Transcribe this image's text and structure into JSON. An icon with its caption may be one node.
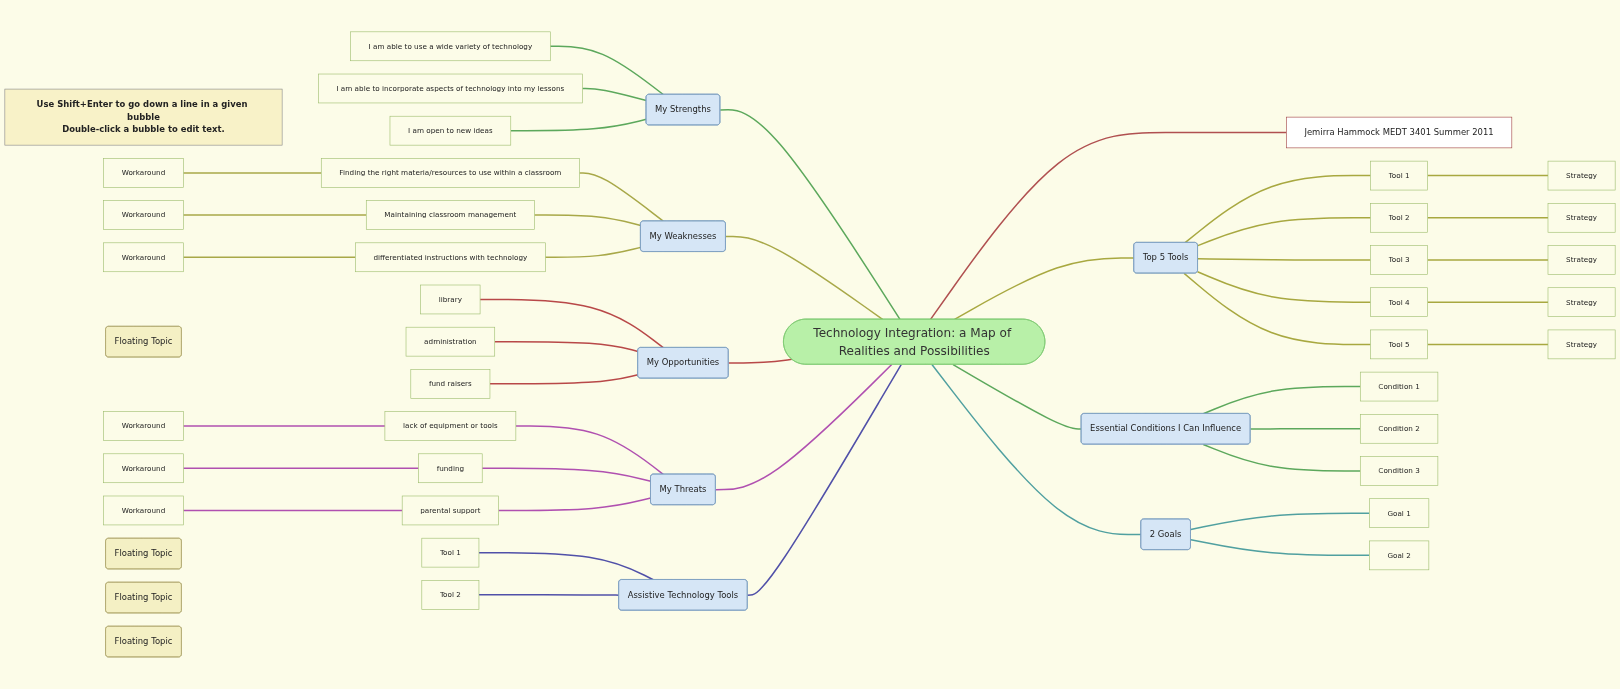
{
  "diagram": {
    "nodes": [
      {
        "text": [
          "Technology Integration: a Map of Realities and Possibilities"
        ]
      },
      {
        "text": [
          "Use Shift+Enter to go down a line in a given bubble",
          "Double-click a bubble to edit text."
        ]
      },
      {
        "text": [
          "My Strengths"
        ]
      },
      {
        "text": [
          "I am able to use a wide variety of technology"
        ]
      },
      {
        "text": [
          "I am able to incorporate aspects of technology into my lessons"
        ]
      },
      {
        "text": [
          "I am open to new ideas"
        ]
      },
      {
        "text": [
          "My Weaknesses"
        ]
      },
      {
        "text": [
          "Finding the right materia/resources to use within a classroom"
        ]
      },
      {
        "text": [
          "Workaround"
        ]
      },
      {
        "text": [
          "Maintaining classroom management"
        ]
      },
      {
        "text": [
          "Workaround"
        ]
      },
      {
        "text": [
          "differentiated instructions with technology"
        ]
      },
      {
        "text": [
          "Workaround"
        ]
      },
      {
        "text": [
          "Floating Topic"
        ]
      },
      {
        "text": [
          "My Opportunities"
        ]
      },
      {
        "text": [
          "library"
        ]
      },
      {
        "text": [
          "administration"
        ]
      },
      {
        "text": [
          "fund raisers"
        ]
      },
      {
        "text": [
          "My Threats"
        ]
      },
      {
        "text": [
          "lack of equipment or tools"
        ]
      },
      {
        "text": [
          "Workaround"
        ]
      },
      {
        "text": [
          "funding"
        ]
      },
      {
        "text": [
          "Workaround"
        ]
      },
      {
        "text": [
          "parental support"
        ]
      },
      {
        "text": [
          "Workaround"
        ]
      },
      {
        "text": [
          "Assistive Technology Tools"
        ]
      },
      {
        "text": [
          "Tool 1"
        ]
      },
      {
        "text": [
          "Tool 2"
        ]
      },
      {
        "text": [
          "Floating Topic"
        ]
      },
      {
        "text": [
          "Floating Topic"
        ]
      },
      {
        "text": [
          "Floating Topic"
        ]
      },
      {
        "text": [
          "Jemirra Hammock MEDT 3401 Summer 2011"
        ]
      },
      {
        "text": [
          "Top 5 Tools"
        ]
      },
      {
        "text": [
          "Tool 1"
        ]
      },
      {
        "text": [
          "Strategy"
        ]
      },
      {
        "text": [
          "Tool 2"
        ]
      },
      {
        "text": [
          "Strategy"
        ]
      },
      {
        "text": [
          "Tool 3"
        ]
      },
      {
        "text": [
          "Strategy"
        ]
      },
      {
        "text": [
          "Tool 4"
        ]
      },
      {
        "text": [
          "Strategy"
        ]
      },
      {
        "text": [
          "Tool 5"
        ]
      },
      {
        "text": [
          "Strategy"
        ]
      },
      {
        "text": [
          "Essential Conditions I Can Influence"
        ]
      },
      {
        "text": [
          "Condition 1"
        ]
      },
      {
        "text": [
          "Condition 2"
        ]
      },
      {
        "text": [
          "Condition 3"
        ]
      },
      {
        "text": [
          "2 Goals"
        ]
      },
      {
        "text": [
          "Goal 1"
        ]
      },
      {
        "text": [
          "Goal 2"
        ]
      }
    ],
    "edges": [
      {
        "from": 2,
        "to": 0,
        "arrow": "none",
        "color": "#5ca85c"
      },
      {
        "from": 3,
        "to": 2,
        "arrow": "none",
        "color": "#5ca85c"
      },
      {
        "from": 4,
        "to": 2,
        "arrow": "none",
        "color": "#5ca85c"
      },
      {
        "from": 5,
        "to": 2,
        "arrow": "none",
        "color": "#5ca85c"
      },
      {
        "from": 6,
        "to": 0,
        "arrow": "none",
        "color": "#a8a848"
      },
      {
        "from": 7,
        "to": 6,
        "arrow": "none",
        "color": "#a8a848"
      },
      {
        "from": 8,
        "to": 7,
        "arrow": "none",
        "color": "#a8a848"
      },
      {
        "from": 9,
        "to": 6,
        "arrow": "none",
        "color": "#a8a848"
      },
      {
        "from": 10,
        "to": 9,
        "arrow": "none",
        "color": "#a8a848"
      },
      {
        "from": 11,
        "to": 6,
        "arrow": "none",
        "color": "#a8a848"
      },
      {
        "from": 12,
        "to": 11,
        "arrow": "none",
        "color": "#a8a848"
      },
      {
        "from": 14,
        "to": 0,
        "arrow": "none",
        "color": "#b84848"
      },
      {
        "from": 15,
        "to": 14,
        "arrow": "none",
        "color": "#b84848"
      },
      {
        "from": 16,
        "to": 14,
        "arrow": "none",
        "color": "#b84848"
      },
      {
        "from": 17,
        "to": 14,
        "arrow": "none",
        "color": "#b84848"
      },
      {
        "from": 18,
        "to": 0,
        "arrow": "none",
        "color": "#b050b0"
      },
      {
        "from": 19,
        "to": 18,
        "arrow": "none",
        "color": "#b050b0"
      },
      {
        "from": 20,
        "to": 19,
        "arrow": "none",
        "color": "#b050b0"
      },
      {
        "from": 21,
        "to": 18,
        "arrow": "none",
        "color": "#b050b0"
      },
      {
        "from": 22,
        "to": 21,
        "arrow": "none",
        "color": "#b050b0"
      },
      {
        "from": 23,
        "to": 18,
        "arrow": "none",
        "color": "#b050b0"
      },
      {
        "from": 24,
        "to": 23,
        "arrow": "none",
        "color": "#b050b0"
      },
      {
        "from": 25,
        "to": 0,
        "arrow": "none",
        "color": "#5050a8"
      },
      {
        "from": 26,
        "to": 25,
        "arrow": "none",
        "color": "#5050a8"
      },
      {
        "from": 27,
        "to": 25,
        "arrow": "none",
        "color": "#5050a8"
      },
      {
        "from": 0,
        "to": 31,
        "arrow": "none",
        "color": "#b05050"
      },
      {
        "from": 0,
        "to": 32,
        "arrow": "none",
        "color": "#a8a840"
      },
      {
        "from": 32,
        "to": 33,
        "arrow": "none",
        "color": "#a8a840"
      },
      {
        "from": 33,
        "to": 34,
        "arrow": "none",
        "color": "#a8a840"
      },
      {
        "from": 32,
        "to": 35,
        "arrow": "none",
        "color": "#a8a840"
      },
      {
        "from": 35,
        "to": 36,
        "arrow": "none",
        "color": "#a8a840"
      },
      {
        "from": 32,
        "to": 37,
        "arrow": "none",
        "color": "#a8a840"
      },
      {
        "from": 37,
        "to": 38,
        "arrow": "none",
        "color": "#a8a840"
      },
      {
        "from": 32,
        "to": 39,
        "arrow": "none",
        "color": "#a8a840"
      },
      {
        "from": 39,
        "to": 40,
        "arrow": "none",
        "color": "#a8a840"
      },
      {
        "from": 32,
        "to": 41,
        "arrow": "none",
        "color": "#a8a840"
      },
      {
        "from": 41,
        "to": 42,
        "arrow": "none",
        "color": "#a8a840"
      },
      {
        "from": 0,
        "to": 43,
        "arrow": "none",
        "color": "#5ca85c"
      },
      {
        "from": 43,
        "to": 44,
        "arrow": "none",
        "color": "#5ca85c"
      },
      {
        "from": 43,
        "to": 45,
        "arrow": "none",
        "color": "#5ca85c"
      },
      {
        "from": 43,
        "to": 46,
        "arrow": "none",
        "color": "#5ca85c"
      },
      {
        "from": 0,
        "to": 47,
        "arrow": "none",
        "color": "#50a0a0"
      },
      {
        "from": 47,
        "to": 48,
        "arrow": "none",
        "color": "#50a0a0"
      },
      {
        "from": 47,
        "to": 49,
        "arrow": "none",
        "color": "#50a0a0"
      }
    ]
  }
}
